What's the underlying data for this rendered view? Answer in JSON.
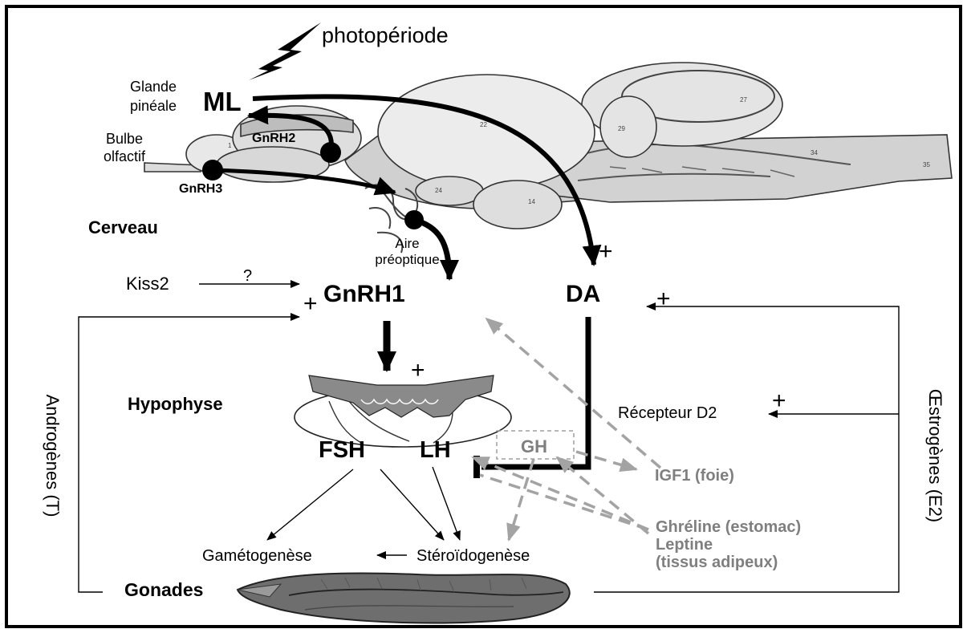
{
  "labels": {
    "photoperiod": "photopériode",
    "pineal_gland": "Glande\npinéale",
    "ml": "ML",
    "olfactory_bulb": "Bulbe\nolfactif",
    "gnrh2": "GnRH2",
    "gnrh3": "GnRH3",
    "brain": "Cerveau",
    "preoptic_area": "Aire\npréoptique",
    "kiss2": "Kiss2",
    "question": "?",
    "gnrh1": "GnRH1",
    "da": "DA",
    "hypophysis": "Hypophyse",
    "fsh": "FSH",
    "lh": "LH",
    "gh": "GH",
    "d2_receptor": "Récepteur D2",
    "igf1": "IGF1 (foie)",
    "ghrelin": "Ghréline (estomac)",
    "leptin": "Leptine",
    "adipose": "(tissus adipeux)",
    "gametogenesis": "Gamétogenèse",
    "steroidogenesis": "Stéroïdogenèse",
    "gonads": "Gonades",
    "androgens": "Androgènes (T)",
    "estrogens": "Œstrogènes (E2)",
    "plus": "+",
    "minus": "−"
  },
  "brain_numbers": [
    "1",
    "22",
    "27",
    "29",
    "34",
    "35",
    "24",
    "14"
  ],
  "colors": {
    "black": "#000000",
    "gray": "#9e9e9e",
    "brain_fill": "#e6e6e6",
    "gonad_fill": "#6e6e6e"
  }
}
